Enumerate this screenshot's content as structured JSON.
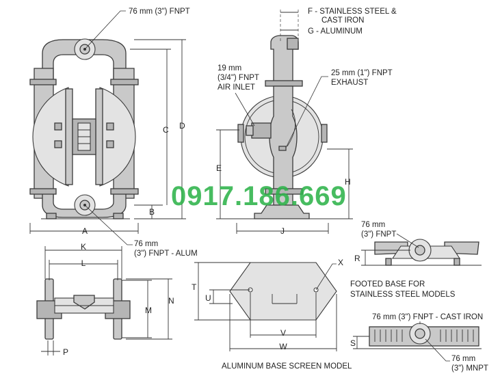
{
  "labels": {
    "top_port": "76 mm (3\") FNPT",
    "f_line1": "F - STAINLESS STEEL &",
    "f_line2": "CAST IRON",
    "g_label": "G - ALUMINUM",
    "air_l1": "19 mm",
    "air_l2": "(3/4\") FNPT",
    "air_l3": "AIR INLET",
    "exh_l1": "25 mm (1\") FNPT",
    "exh_l2": "EXHAUST",
    "bottom_l1": "76 mm",
    "bottom_l2": "(3\") FNPT - ALUM",
    "footed_port_l1": "76 mm",
    "footed_port_l2": "(3\") FNPT",
    "footed_caption_l1": "FOOTED BASE FOR",
    "footed_caption_l2": "STAINLESS STEEL MODELS",
    "screen_caption": "ALUMINUM BASE SCREEN MODEL",
    "ci_port": "76 mm (3\") FNPT - CAST IRON",
    "mnpt_l1": "76 mm",
    "mnpt_l2": "(3\") MNPT"
  },
  "dims": {
    "A": "A",
    "B": "B",
    "C": "C",
    "D": "D",
    "E": "E",
    "H": "H",
    "J": "J",
    "K": "K",
    "L": "L",
    "M": "M",
    "N": "N",
    "P": "P",
    "R": "R",
    "S": "S",
    "T": "T",
    "U": "U",
    "V": "V",
    "W": "W",
    "X": "X"
  },
  "watermark": {
    "text": "0917.186.669",
    "color": "#2db34a"
  }
}
